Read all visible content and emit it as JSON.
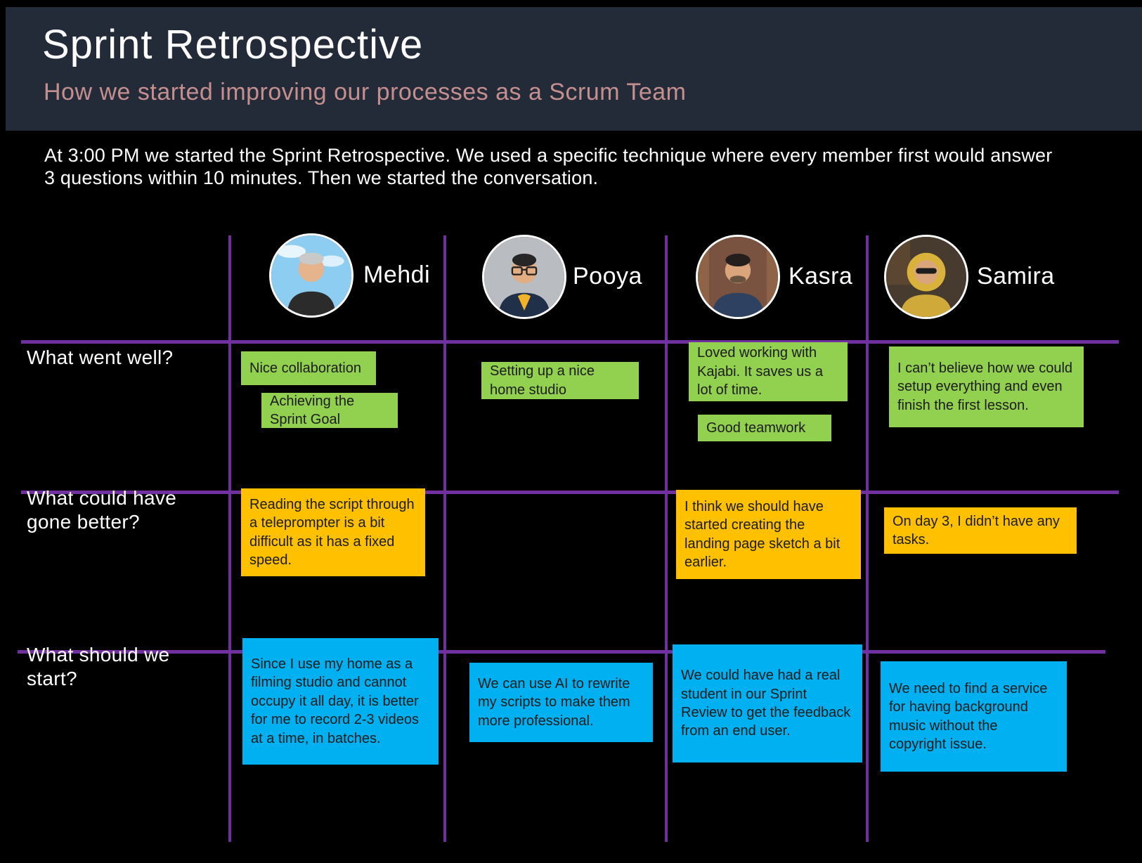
{
  "header": {
    "title": "Sprint Retrospective",
    "subtitle": "How we started improving our processes as a Scrum Team"
  },
  "intro": "At 3:00 PM we started the Sprint Retrospective. We used a specific technique where every member first would answer 3 questions within 10 minutes. Then we started the conversation.",
  "colors": {
    "page_bg": "#000000",
    "header_bg": "#232b38",
    "title_text": "#ffffff",
    "subtitle_text": "#c48f8e",
    "grid_line": "#7030a0",
    "note_green": "#92d050",
    "note_orange": "#ffc000",
    "note_blue": "#00b0f0",
    "note_text": "#1c1c1c"
  },
  "members": [
    {
      "name": "Mehdi"
    },
    {
      "name": "Pooya"
    },
    {
      "name": "Kasra"
    },
    {
      "name": "Samira"
    }
  ],
  "rows": [
    {
      "label": "What went well?"
    },
    {
      "label": "What could have gone better?"
    },
    {
      "label": "What should we start?"
    }
  ],
  "notes": [
    {
      "member": "Mehdi",
      "row": "What went well?",
      "color": "green",
      "text": "Nice collaboration"
    },
    {
      "member": "Mehdi",
      "row": "What went well?",
      "color": "green",
      "text": "Achieving the Sprint Goal"
    },
    {
      "member": "Pooya",
      "row": "What went well?",
      "color": "green",
      "text": "Setting up a nice home studio"
    },
    {
      "member": "Kasra",
      "row": "What went well?",
      "color": "green",
      "text": "Loved working with Kajabi. It saves us a lot of time."
    },
    {
      "member": "Kasra",
      "row": "What went well?",
      "color": "green",
      "text": "Good teamwork"
    },
    {
      "member": "Samira",
      "row": "What went well?",
      "color": "green",
      "text": "I can’t believe how we could setup everything and even finish the first lesson."
    },
    {
      "member": "Mehdi",
      "row": "What could have gone better?",
      "color": "orange",
      "text": "Reading the script through a teleprompter is a bit difficult as it has a fixed speed."
    },
    {
      "member": "Kasra",
      "row": "What could have gone better?",
      "color": "orange",
      "text": "I think we should have started creating the landing page sketch a bit earlier."
    },
    {
      "member": "Samira",
      "row": "What could have gone better?",
      "color": "orange",
      "text": "On day 3, I didn’t have any tasks."
    },
    {
      "member": "Mehdi",
      "row": "What should we start?",
      "color": "blue",
      "text": "Since I use my home as a filming studio and cannot occupy it all day, it is better for me to record 2-3 videos at a time, in batches."
    },
    {
      "member": "Pooya",
      "row": "What should we start?",
      "color": "blue",
      "text": "We can use AI to rewrite my scripts to make them more professional."
    },
    {
      "member": "Kasra",
      "row": "What should we start?",
      "color": "blue",
      "text": "We could have had a real student in our Sprint Review to get the feedback from an end user."
    },
    {
      "member": "Samira",
      "row": "What should we start?",
      "color": "blue",
      "text": "We need to find a service for having background music without the copyright issue."
    }
  ]
}
